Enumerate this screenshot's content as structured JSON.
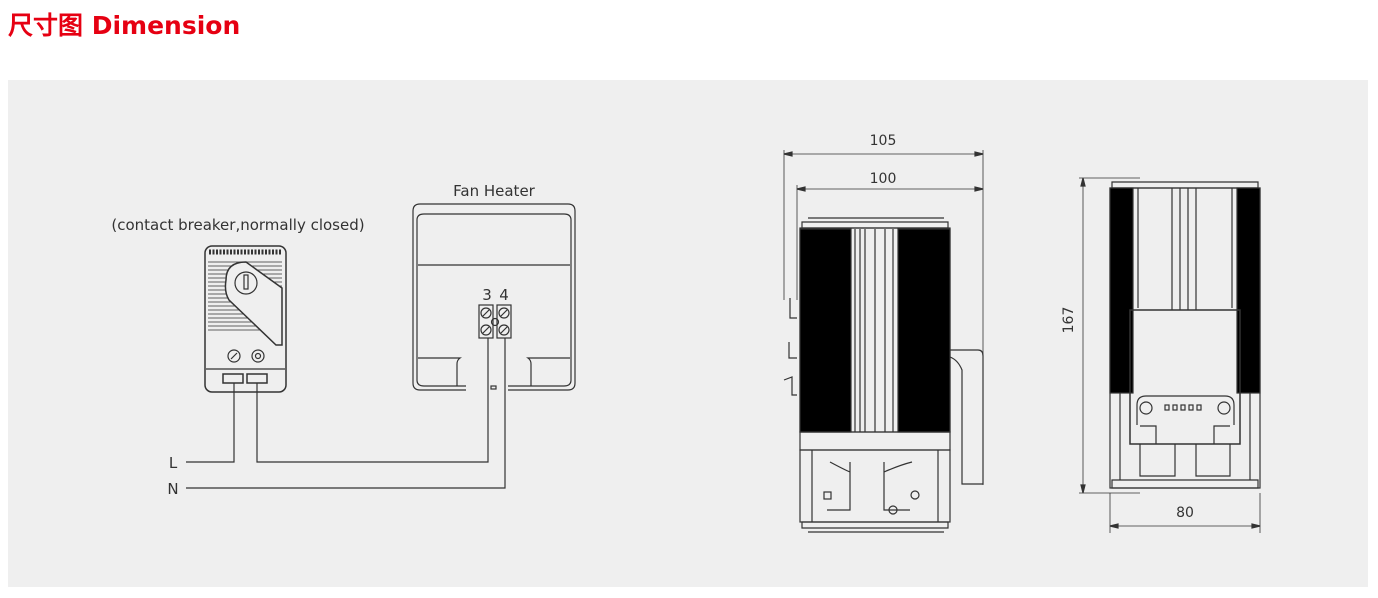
{
  "header": {
    "title": "尺寸图 Dimension",
    "accent_color": "#e60012"
  },
  "wiring": {
    "breaker_label": "(contact breaker,normally closed)",
    "heater_label": "Fan Heater",
    "terminal_3": "3",
    "terminal_4": "4",
    "line_L": "L",
    "line_N": "N"
  },
  "dimensions": {
    "width_overall": "105",
    "width_body": "100",
    "height": "167",
    "depth": "80"
  }
}
